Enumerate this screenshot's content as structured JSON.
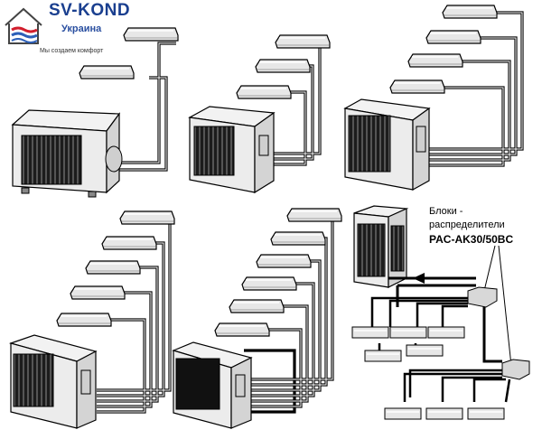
{
  "logo": {
    "brand": "SV-KOND",
    "country": "Украина",
    "slogan": "Мы создаем комфорт",
    "house_icon": "house-with-waves-icon",
    "colors": {
      "brand": "#1a3f8f",
      "wave_red": "#d21e2d",
      "wave_blue": "#2c5fb8"
    }
  },
  "distributor": {
    "label_line1": "Блоки -",
    "label_line2": "распределители",
    "model": "PAC-AK30/50BC"
  }
}
